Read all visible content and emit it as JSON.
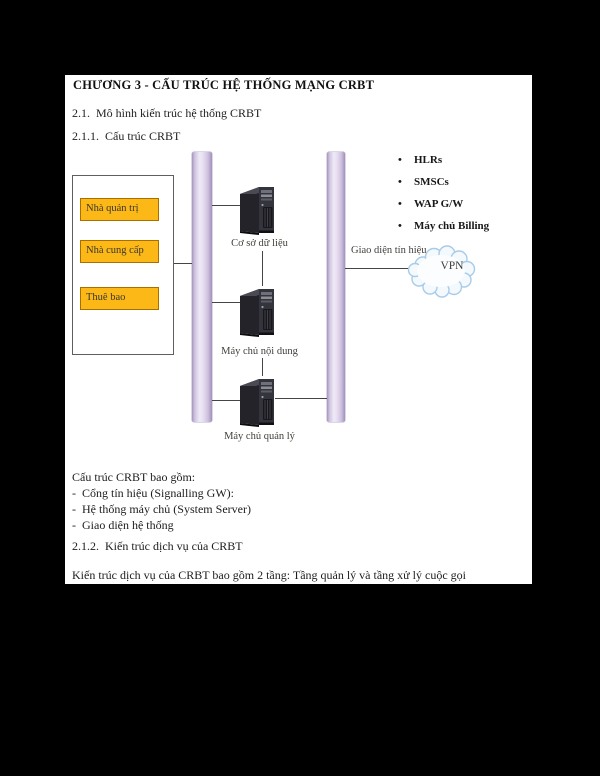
{
  "window": {
    "background": "#000000",
    "page_background": "#FFFFFF"
  },
  "document": {
    "chapter_title": "CHƯƠNG 3 - CẤU TRÚC HỆ THỐNG MẠNG CRBT",
    "heading_2_1": "2.1.  Mô hình kiến trúc hệ thống CRBT",
    "heading_2_1_1": "2.1.1.  Cấu trúc CRBT",
    "list_intro": "Cấu trúc CRBT bao gồm:",
    "list_items": [
      "-  Cổng tín hiệu (Signalling GW):",
      "-  Hệ thống máy chủ (System Server)",
      "-  Giao diện hệ thống"
    ],
    "heading_2_1_2": "2.1.2.  Kiến trúc dịch vụ của CRBT",
    "closing_paragraph": "Kiến trúc dịch vụ của CRBT bao gồm 2 tầng: Tầng quản lý và tầng xử lý cuộc gọi"
  },
  "diagram": {
    "actors": [
      "Nhà quản trị",
      "Nhà cung cấp",
      "Thuê bao"
    ],
    "servers": [
      "Cơ sở dữ liệu",
      "Máy chủ nội dung",
      "Máy chủ quản lý"
    ],
    "bullet_glyph": "•",
    "bullets": [
      "HLRs",
      "SMSCs",
      "WAP G/W",
      "Máy chủ Billing"
    ],
    "signal_interface_label": "Giao diện tín hiệu",
    "cloud_label": "VPN",
    "colors": {
      "actor_fill": "#FBB817",
      "actor_border": "#A97000",
      "bus_light": "#EFEAF6",
      "bus_dark": "#A091B8",
      "cloud_stroke": "#A9CBE8",
      "cloud_fill": "#F3F9FD",
      "server_body": "#2E2E34",
      "connector": "#454545"
    }
  }
}
